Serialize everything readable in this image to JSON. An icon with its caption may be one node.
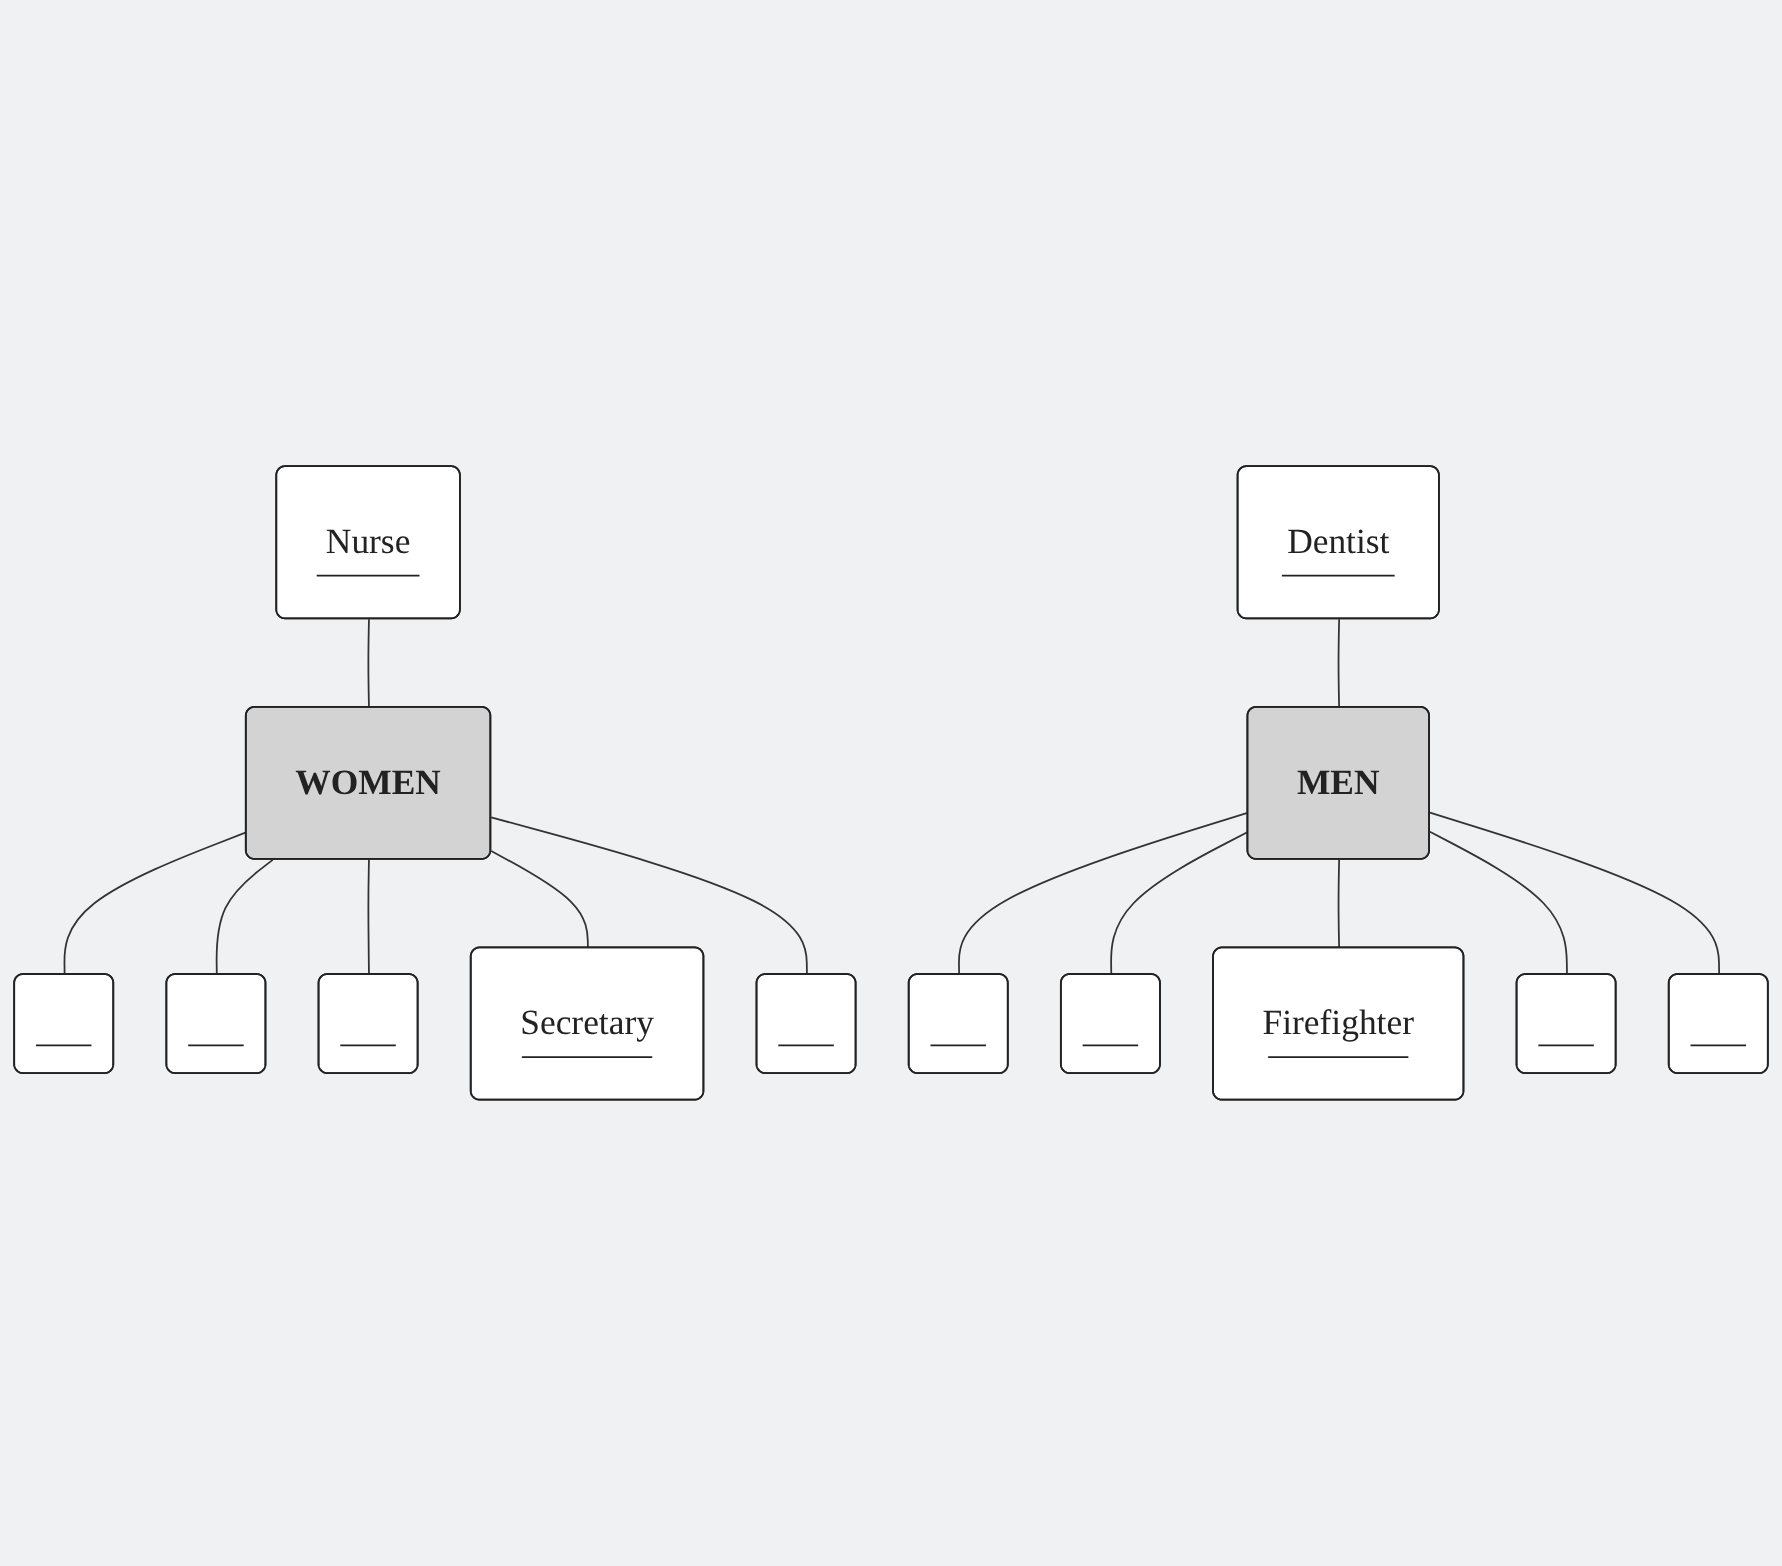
{
  "diagram": {
    "nodes": [
      {
        "text": [
          "Nurse"
        ]
      },
      {
        "text": [],
        "shape": "box"
      },
      {
        "text": [
          "WOMEN"
        ]
      },
      {
        "text": [],
        "shape": "box"
      },
      {
        "text": [],
        "shape": "box"
      },
      {
        "text": [
          "Secretary"
        ]
      },
      {
        "text": [],
        "shape": "box"
      },
      {
        "text": [
          "Dentist"
        ]
      },
      {
        "text": [],
        "shape": "box"
      },
      {
        "text": [
          "MEN"
        ]
      },
      {
        "text": [],
        "shape": "box"
      },
      {
        "text": [
          "Firefighter"
        ]
      },
      {
        "text": [],
        "shape": "box"
      },
      {
        "text": [],
        "shape": "box"
      }
    ],
    "edges": [
      {
        "from": 0,
        "to": 2,
        "arrow": "none"
      },
      {
        "from": 2,
        "to": 1,
        "arrow": "none"
      },
      {
        "from": 2,
        "to": 3,
        "arrow": "none"
      },
      {
        "from": 2,
        "to": 4,
        "arrow": "none"
      },
      {
        "from": 2,
        "to": 5,
        "arrow": "none"
      },
      {
        "from": 2,
        "to": 6,
        "arrow": "none"
      },
      {
        "from": 7,
        "to": 9,
        "arrow": "none"
      },
      {
        "from": 9,
        "to": 8,
        "arrow": "none"
      },
      {
        "from": 9,
        "to": 10,
        "arrow": "none"
      },
      {
        "from": 9,
        "to": 11,
        "arrow": "none"
      },
      {
        "from": 9,
        "to": 12,
        "arrow": "none"
      },
      {
        "from": 9,
        "to": 13,
        "arrow": "none"
      }
    ]
  }
}
